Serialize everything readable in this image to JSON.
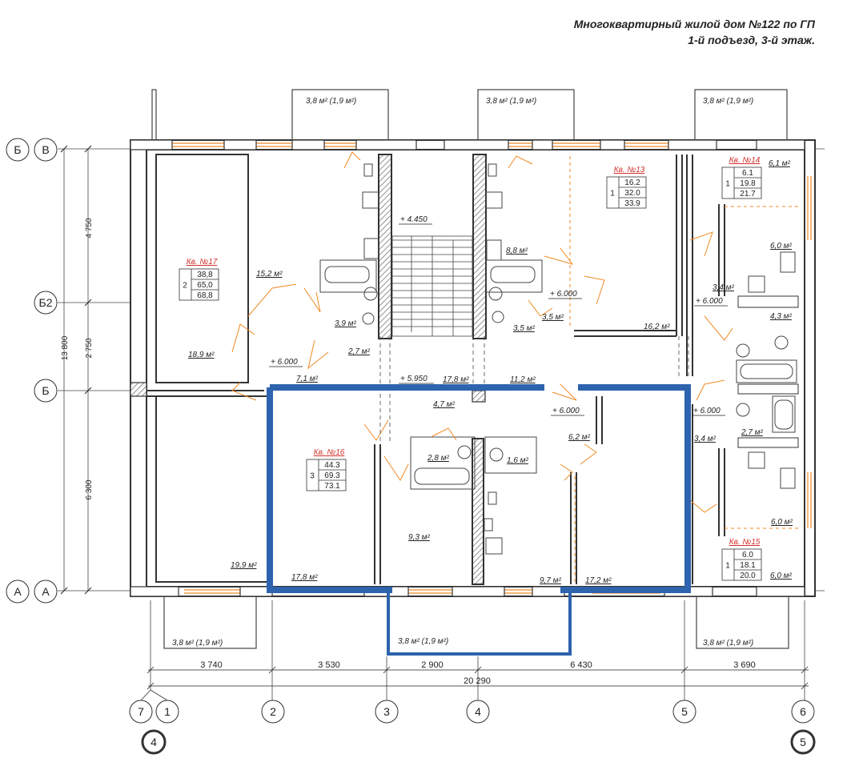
{
  "header": {
    "line1": "Многоквартирный жилой дом №122 по ГП",
    "line2": "1-й подъезд, 3-й этаж."
  },
  "colors": {
    "highlight": "#2e63ad",
    "apartment_label": "#d0302b",
    "door": "#f08a24",
    "wall": "#333333",
    "hatch": "#777777"
  },
  "axes_rows": [
    {
      "name": "В",
      "alt": "Б"
    },
    {
      "name": "Б2"
    },
    {
      "name": "Б"
    },
    {
      "name": "А",
      "alt": "А"
    }
  ],
  "axes_cols": [
    "1",
    "2",
    "3",
    "4",
    "5",
    "6"
  ],
  "axes_cols_alt": {
    "first": "7",
    "first_circle2": "4",
    "last_circle2": "5"
  },
  "dims_vertical": [
    "4 750",
    "2 750",
    "6 300",
    "13 800"
  ],
  "dims_horizontal": [
    "3 740",
    "3 530",
    "2 900",
    "6 430",
    "3 690",
    "20 290"
  ],
  "apartments": [
    {
      "title": "Кв. №17",
      "rooms": "2",
      "values": [
        "38,8",
        "65,0",
        "68,8"
      ]
    },
    {
      "title": "Кв. №13",
      "rooms": "1",
      "values": [
        "16.2",
        "32.0",
        "33.9"
      ]
    },
    {
      "title": "Кв. №14",
      "rooms": "1",
      "values": [
        "6.1",
        "19.8",
        "21.7"
      ]
    },
    {
      "title": "Кв. №16",
      "rooms": "3",
      "values": [
        "44.3",
        "69.3",
        "73.1"
      ]
    },
    {
      "title": "Кв. №15",
      "rooms": "1",
      "values": [
        "6.0",
        "18.1",
        "20.0"
      ]
    }
  ],
  "balconies": [
    "3,8 м² (1,9 м²)",
    "3,8 м² (1,9 м²)",
    "3,8 м² (1,9 м²)",
    "3,8 м² (1,9 м²)",
    "3,8 м² (1,9 м²)",
    "3,8 м² (1,9 м²)"
  ],
  "room_areas": [
    "15,2 м²",
    "18,9 м²",
    "3,9 м²",
    "2,7 м²",
    "7,1 м²",
    "8,8 м²",
    "3,5 м²",
    "3,5 м²",
    "16,2 м²",
    "6,1 м²",
    "6,0 м²",
    "3,4 м²",
    "4,3 м²",
    "17,8 м²",
    "11,2 м²",
    "4,7 м²",
    "6,2 м²",
    "2,8 м²",
    "1,6 м²",
    "9,3 м²",
    "17,8 м²",
    "19,9 м²",
    "9,7 м²",
    "17,2 м²",
    "3,4 м²",
    "2,7 м²",
    "6,0 м²",
    "6,0 м²"
  ],
  "levels": [
    "+ 4.450",
    "+ 6.000",
    "+ 5.950",
    "+ 6.000",
    "+ 6.000",
    "+ 6.000",
    "+ 6.000"
  ]
}
